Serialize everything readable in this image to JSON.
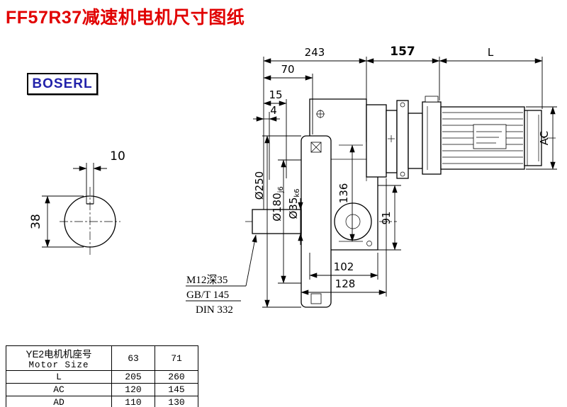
{
  "page": {
    "title": "FF57R37减速机电机尺寸图纸",
    "logo_text": "BOSERL"
  },
  "drawing": {
    "dims": {
      "d243": "243",
      "d157": "157",
      "dL": "L",
      "d70": "70",
      "d15": "15",
      "d4": "4",
      "dAC": "AC",
      "d136": "136",
      "d91": "91",
      "d102": "102",
      "d128": "128",
      "d10": "10",
      "d38": "38",
      "dia250": "Ø250",
      "dia180": "Ø180",
      "dia180_tol": "j6",
      "dia35": "Ø35",
      "dia35_tol": "k6"
    },
    "notes": {
      "tap": "M12深35",
      "std1": "GB/T 145",
      "std2": "DIN 332"
    }
  },
  "table": {
    "header_cn": "YE2电机机座号",
    "header_en": "Motor Size",
    "size_cols": [
      "63",
      "71"
    ],
    "rows": [
      {
        "label": "L",
        "values": [
          "205",
          "260"
        ]
      },
      {
        "label": "AC",
        "values": [
          "120",
          "145"
        ]
      },
      {
        "label": "AD",
        "values": [
          "110",
          "130"
        ]
      }
    ]
  },
  "colors": {
    "title": "#e10000",
    "logo": "#2222aa",
    "line": "#000000",
    "background": "#ffffff"
  }
}
